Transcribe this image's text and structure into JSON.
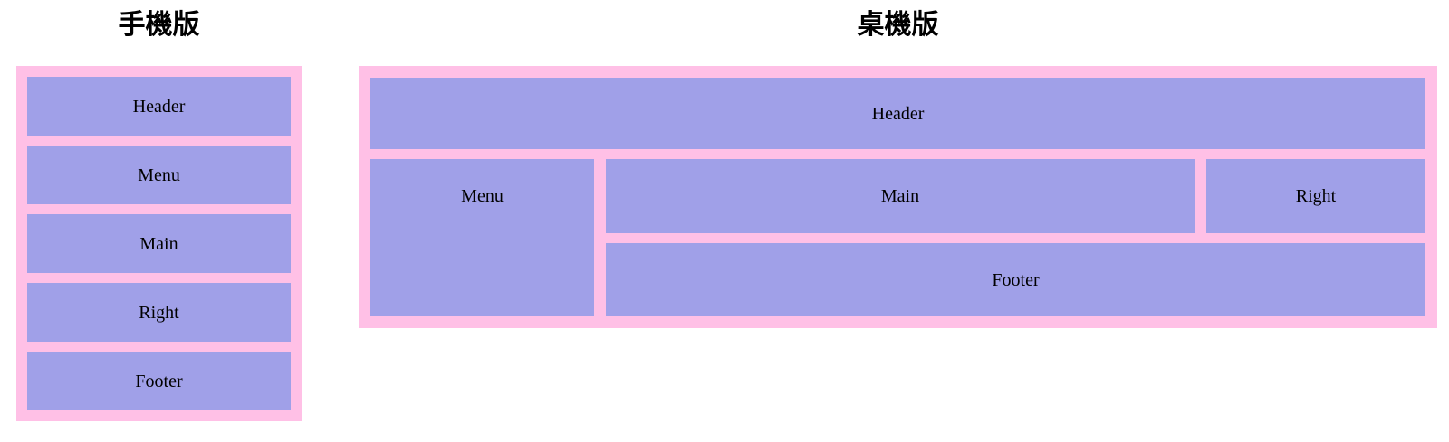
{
  "colors": {
    "panel_pink": "#ffc0e6",
    "box_purple": "#a0a0e8",
    "label_text": "#000000",
    "title_text": "#000000",
    "page_bg": "#ffffff"
  },
  "mobile_panel": {
    "title": "手機版",
    "boxes": [
      "Header",
      "Menu",
      "Main",
      "Right",
      "Footer"
    ]
  },
  "desktop_panel": {
    "title": "桌機版",
    "boxes": {
      "header": "Header",
      "menu": "Menu",
      "main": "Main",
      "right": "Right",
      "footer": "Footer"
    }
  }
}
